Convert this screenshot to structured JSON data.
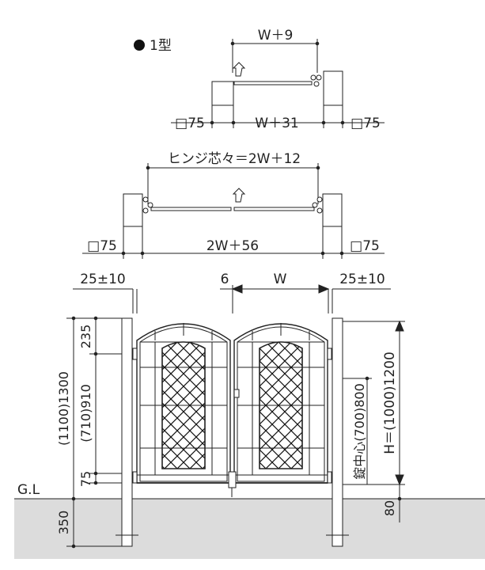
{
  "type_label": "1型",
  "top_plan": {
    "opening": "W＋9",
    "between_posts": "W＋31",
    "post_left": "□75",
    "post_right": "□75"
  },
  "double_plan": {
    "hinge_center": "ヒンジ芯々＝2W＋12",
    "between_posts": "2W＋56",
    "post_left": "□75",
    "post_right": "□75"
  },
  "elevation": {
    "left_gap": "25±10",
    "right_gap": "25±10",
    "center_gap": "6",
    "door_width": "W",
    "ground_label": "G.L",
    "dim_top": "235",
    "dim_middle": "(710)910",
    "dim_bottom": "75",
    "dim_total": "(1100)1300",
    "dim_buried": "350",
    "dim_lock_center": "錠中心(700)800",
    "dim_height": "H＝(1000)1200",
    "dim_gap_right": "80"
  },
  "colors": {
    "line": "#222222",
    "ground": "#dcdcdc"
  }
}
